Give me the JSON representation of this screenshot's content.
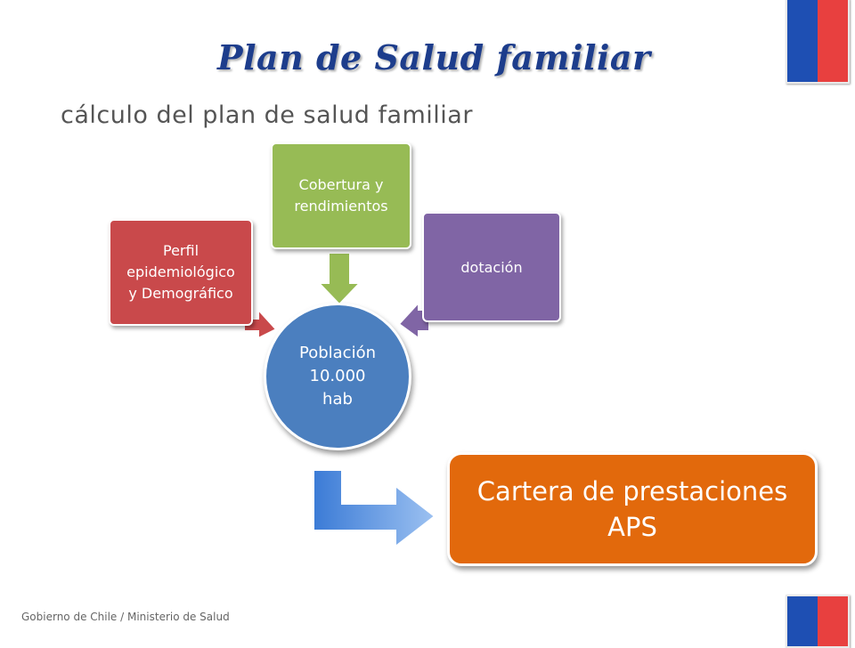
{
  "title": "Plan de Salud familiar",
  "subtitle": "cálculo del plan de salud familiar",
  "diagram": {
    "inputs": [
      {
        "label": "Perfil\nepidemiológico\ny Demográfico",
        "color": "#c9494b"
      },
      {
        "label": "Cobertura y\nrendimientos",
        "color": "#97bb55"
      },
      {
        "label": "dotación",
        "color": "#8065a5"
      }
    ],
    "center": {
      "label": "Población\n10.000\nhab",
      "color": "#4b7fbf"
    },
    "output": {
      "label": "Cartera de prestaciones\nAPS",
      "color": "#e2690c"
    }
  },
  "footer": "Gobierno de Chile / Ministerio de Salud",
  "colors": {
    "title": "#1d3d8c",
    "flag_blue": "#1e4fb3",
    "flag_red": "#e8403f"
  }
}
